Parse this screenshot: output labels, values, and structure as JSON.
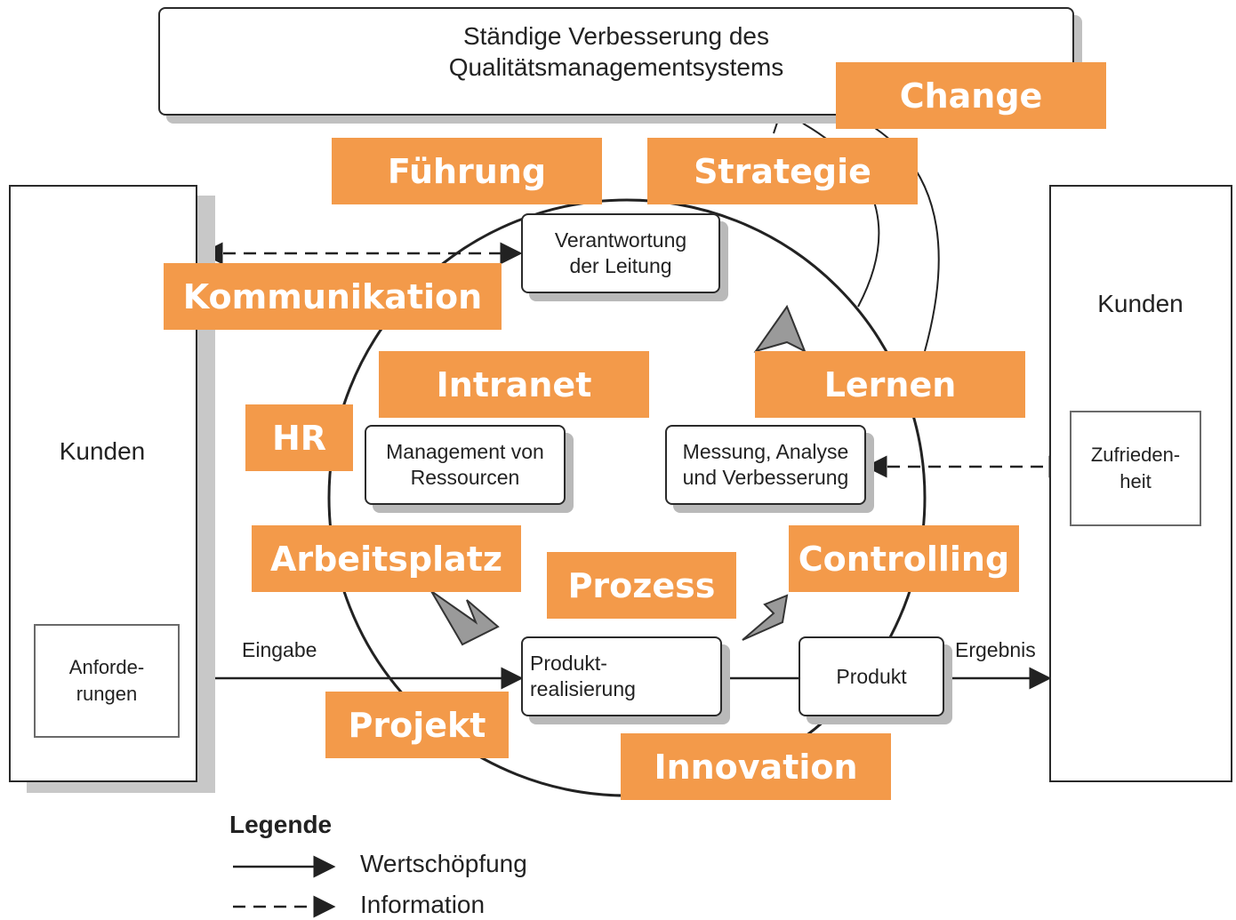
{
  "title": "Ständige Verbesserung des\nQualitätsmanagementsystems",
  "left_panel": {
    "label": "Kunden",
    "inner": "Anforde-\nrungen"
  },
  "right_panel": {
    "label": "Kunden",
    "inner": "Zufrieden-\nheit"
  },
  "processes": {
    "leadership": "Verantwortung\nder Leitung",
    "resources": "Management von\nRessourcen",
    "measurement": "Messung, Analyse\nund Verbesserung",
    "realization": "Produkt-\nrealisierung",
    "product": "Produkt"
  },
  "flow_labels": {
    "input": "Eingabe",
    "output": "Ergebnis"
  },
  "legend": {
    "title": "Legende",
    "value_creation": "Wertschöpfung",
    "information": "Information"
  },
  "tags": {
    "change": "Change",
    "fuehrung": "Führung",
    "strategie": "Strategie",
    "kommunikation": "Kommunikation",
    "intranet": "Intranet",
    "lernen": "Lernen",
    "hr": "HR",
    "arbeitsplatz": "Arbeitsplatz",
    "controlling": "Controlling",
    "prozess": "Prozess",
    "projekt": "Projekt",
    "innovation": "Innovation"
  },
  "colors": {
    "tag_background": "#f39a4a",
    "tag_text": "#ffffff",
    "line": "#222222",
    "shadow": "#c8c8c8"
  }
}
